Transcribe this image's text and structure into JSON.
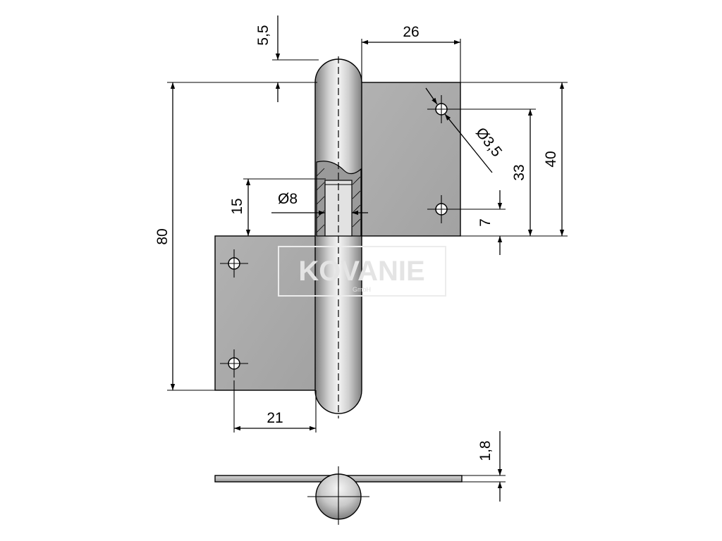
{
  "colors": {
    "leaf_fill": "#a8a8a8",
    "line": "#000000",
    "watermark": "#e4e4e4"
  },
  "watermark": {
    "text": "KOVANIE",
    "sub": "GmbH"
  },
  "dimensions": {
    "pin_head_height": "5,5",
    "upper_leaf_width": "26",
    "total_height": "80",
    "upper_leaf_height": "40",
    "hole_spacing": "33",
    "hole_diameter": "Ø3,5",
    "hole_edge_offset": "7",
    "pin_diameter": "Ø8",
    "pin_overlap": "15",
    "lower_leaf_width": "21",
    "plate_thickness": "1,8"
  }
}
